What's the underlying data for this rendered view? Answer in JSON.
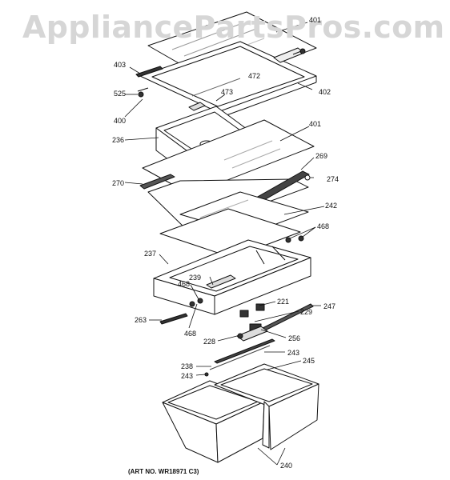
{
  "watermark": "AppliancePartsPros.com",
  "art_number": "(ART NO. WR18971 C3)",
  "callouts": [
    {
      "id": "401a",
      "label": "401"
    },
    {
      "id": "403",
      "label": "403"
    },
    {
      "id": "472",
      "label": "472"
    },
    {
      "id": "402",
      "label": "402"
    },
    {
      "id": "473",
      "label": "473"
    },
    {
      "id": "525",
      "label": "525"
    },
    {
      "id": "400",
      "label": "400"
    },
    {
      "id": "401b",
      "label": "401"
    },
    {
      "id": "236",
      "label": "236"
    },
    {
      "id": "269",
      "label": "269"
    },
    {
      "id": "274",
      "label": "274"
    },
    {
      "id": "270",
      "label": "270"
    },
    {
      "id": "242",
      "label": "242"
    },
    {
      "id": "468a",
      "label": "468"
    },
    {
      "id": "237",
      "label": "237"
    },
    {
      "id": "239",
      "label": "239"
    },
    {
      "id": "468b",
      "label": "468"
    },
    {
      "id": "221",
      "label": "221"
    },
    {
      "id": "229",
      "label": "229"
    },
    {
      "id": "247",
      "label": "247"
    },
    {
      "id": "263",
      "label": "263"
    },
    {
      "id": "468c",
      "label": "468"
    },
    {
      "id": "228",
      "label": "228"
    },
    {
      "id": "256",
      "label": "256"
    },
    {
      "id": "243a",
      "label": "243"
    },
    {
      "id": "245",
      "label": "245"
    },
    {
      "id": "238",
      "label": "238"
    },
    {
      "id": "243b",
      "label": "243"
    },
    {
      "id": "240",
      "label": "240"
    }
  ]
}
